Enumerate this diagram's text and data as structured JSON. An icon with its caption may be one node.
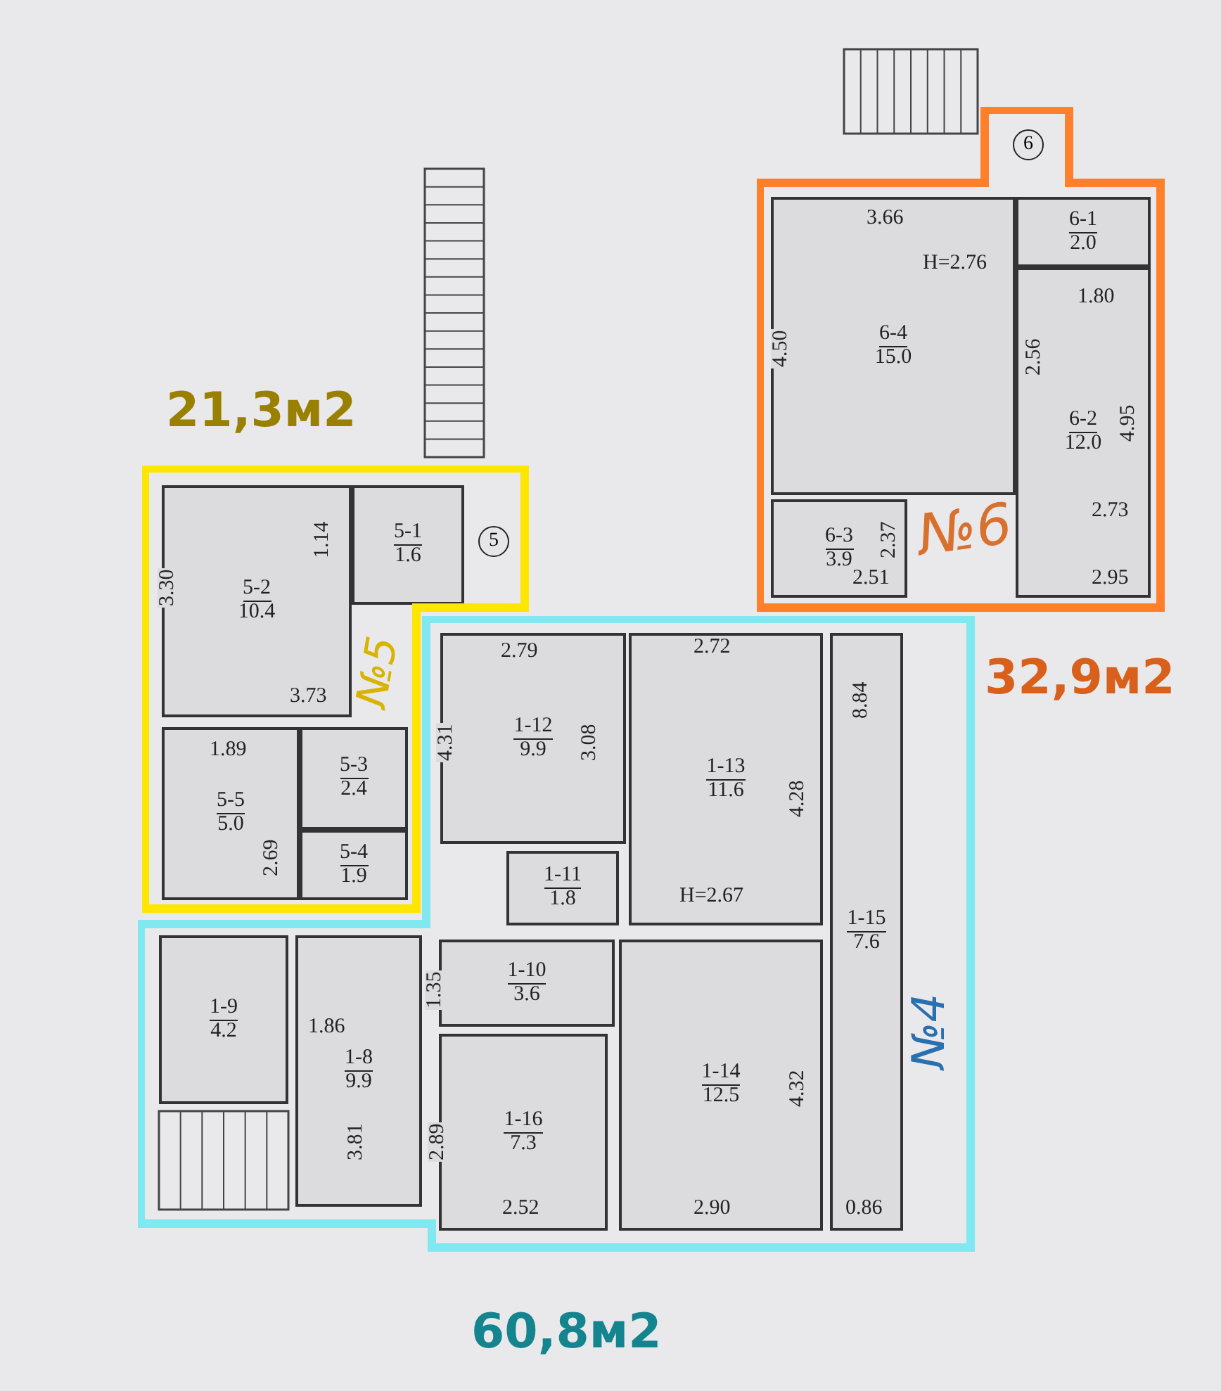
{
  "diagram": {
    "nodes": [
      {
        "text": [
          "№6"
        ],
        "beside": [
          "32,9м2"
        ]
      },
      {
        "text": [
          "6-4",
          "15.0"
        ],
        "in": 0
      },
      {
        "text": [
          "6-1",
          "2.0"
        ],
        "in": 0
      },
      {
        "text": [
          "6-2",
          "12.0"
        ],
        "in": 0
      },
      {
        "text": [
          "6-3",
          "3.9"
        ],
        "in": 0
      },
      {
        "text": [
          "№5"
        ],
        "beside": [
          "21,3м2"
        ]
      },
      {
        "text": [
          "5-1",
          "1.6"
        ],
        "in": 5
      },
      {
        "text": [
          "5-2",
          "10.4"
        ],
        "in": 5
      },
      {
        "text": [
          "5-3",
          "2.4"
        ],
        "in": 5
      },
      {
        "text": [
          "5-5",
          "5.0"
        ],
        "in": 5
      },
      {
        "text": [
          "5-4",
          "1.9"
        ],
        "in": 5
      },
      {
        "text": [
          "№4"
        ],
        "beside": [
          "60,8м2"
        ]
      },
      {
        "text": [
          "1-12",
          "9.9"
        ],
        "in": 11
      },
      {
        "text": [
          "1-13",
          "11.6"
        ],
        "in": 11
      },
      {
        "text": [
          "1-11",
          "1.8"
        ],
        "in": 11
      },
      {
        "text": [
          "1-15",
          "7.6"
        ],
        "in": 11
      },
      {
        "text": [
          "1-9",
          "4.2"
        ],
        "in": 11
      },
      {
        "text": [
          "1-10",
          "3.6"
        ],
        "in": 11
      },
      {
        "text": [
          "1-8",
          "9.9"
        ],
        "in": 11
      },
      {
        "text": [
          "1-14",
          "12.5"
        ],
        "in": 11
      },
      {
        "text": [
          "1-16",
          "7.3"
        ],
        "in": 11
      }
    ],
    "labels": [
      "6",
      "3.66",
      "H=2.76",
      "4.50",
      "2.56",
      "1.80",
      "4.95",
      "2.37",
      "2.73",
      "2.51",
      "2.95",
      "1.14",
      "5",
      "3.30",
      "3.73",
      "1.89",
      "2.69",
      "2.79",
      "2.72",
      "4.31",
      "3.08",
      "8.84",
      "4.28",
      "H=2.67",
      "1.35",
      "1.86",
      "3.81",
      "2.89",
      "4.32",
      "2.52",
      "2.90",
      "0.86"
    ]
  }
}
